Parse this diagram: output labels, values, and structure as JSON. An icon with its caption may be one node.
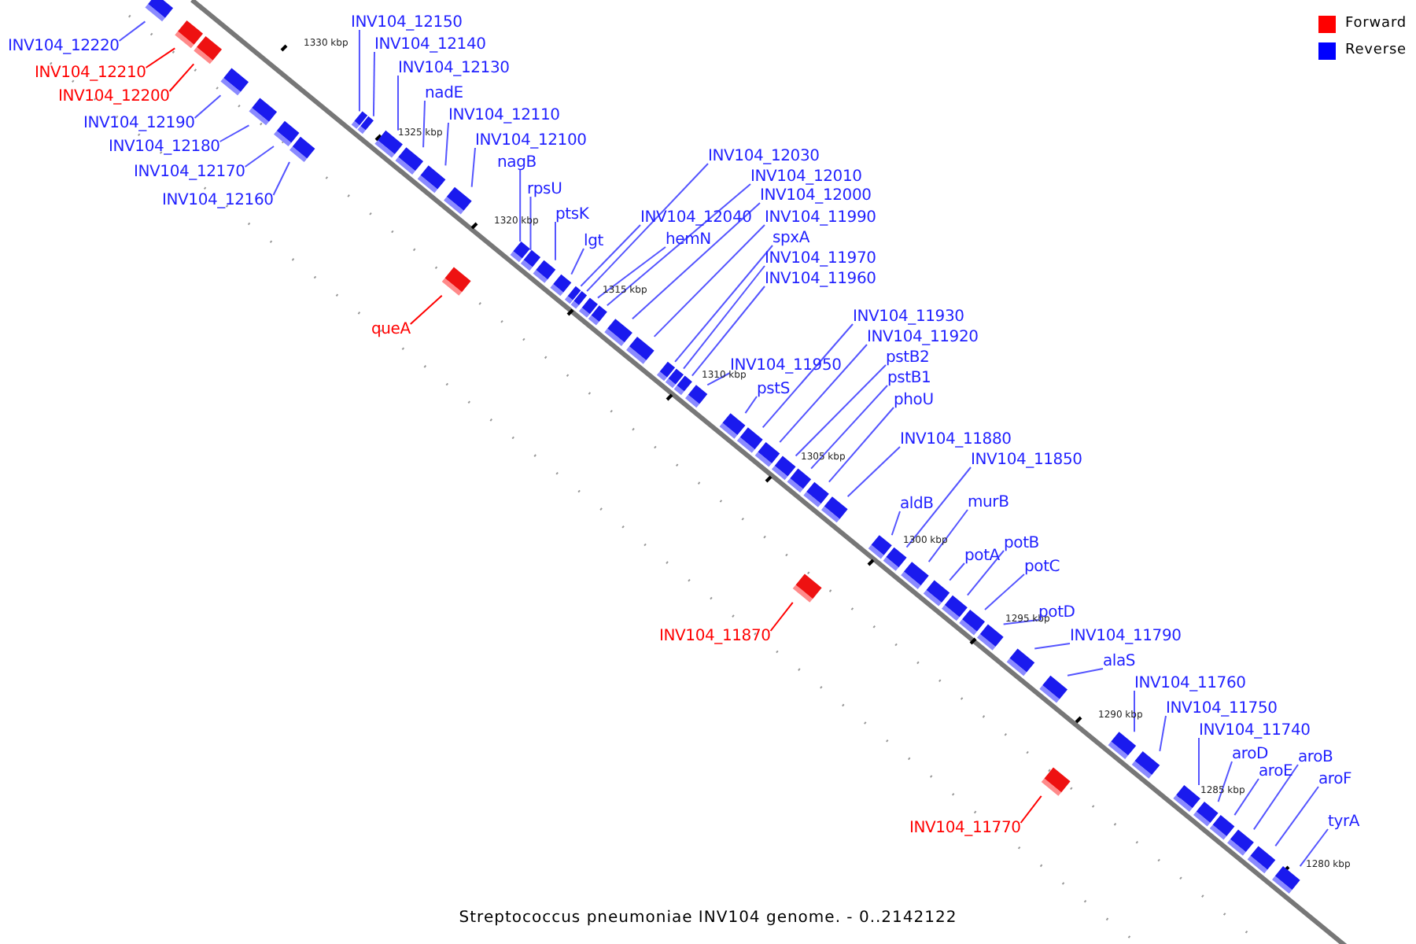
{
  "diagram": {
    "caption": "Streptococcus pneumoniae INV104 genome. - 0..2142122",
    "nodes": [
      {
        "text": [
          "INV104_12220"
        ]
      },
      {
        "text": [
          "INV104_12210"
        ]
      },
      {
        "text": [
          "INV104_12200"
        ]
      },
      {
        "text": [
          "INV104_12150"
        ]
      },
      {
        "text": [
          "INV104_12140"
        ]
      },
      {
        "text": [
          "INV104_12130"
        ]
      },
      {
        "text": [
          "nadE"
        ]
      },
      {
        "text": [
          "INV104_12190"
        ]
      },
      {
        "text": [
          "INV104_12110"
        ]
      },
      {
        "text": [
          "INV104_12180"
        ]
      },
      {
        "text": [
          "INV104_12100"
        ]
      },
      {
        "text": [
          "INV104_12030"
        ]
      },
      {
        "text": [
          "nagB"
        ]
      },
      {
        "text": [
          "INV104_12170"
        ]
      },
      {
        "text": [
          "INV104_12010"
        ]
      },
      {
        "text": [
          "rpsU"
        ]
      },
      {
        "text": [
          "INV104_12000"
        ]
      },
      {
        "text": [
          "INV104_12160"
        ]
      },
      {
        "text": [
          "ptsK"
        ]
      },
      {
        "text": [
          "INV104_12040"
        ]
      },
      {
        "text": [
          "INV104_11990"
        ]
      },
      {
        "text": [
          "hemN"
        ]
      },
      {
        "text": [
          "lgt"
        ]
      },
      {
        "text": [
          "spxA"
        ]
      },
      {
        "text": [
          "INV104_11970"
        ]
      },
      {
        "text": [
          "INV104_11960"
        ]
      },
      {
        "text": [
          "INV104_11930"
        ]
      },
      {
        "text": [
          "queA"
        ]
      },
      {
        "text": [
          "INV104_11920"
        ]
      },
      {
        "text": [
          "pstB2"
        ]
      },
      {
        "text": [
          "INV104_11950"
        ]
      },
      {
        "text": [
          "pstB1"
        ]
      },
      {
        "text": [
          "pstS"
        ]
      },
      {
        "text": [
          "phoU"
        ]
      },
      {
        "text": [
          "INV104_11880"
        ]
      },
      {
        "text": [
          "INV104_11850"
        ]
      },
      {
        "text": [
          "murB"
        ]
      },
      {
        "text": [
          "aldB"
        ]
      },
      {
        "text": [
          "potB"
        ]
      },
      {
        "text": [
          "potA"
        ]
      },
      {
        "text": [
          "potC"
        ]
      },
      {
        "text": [
          "potD"
        ]
      },
      {
        "text": [
          "INV104_11790"
        ]
      },
      {
        "text": [
          "INV104_11870"
        ]
      },
      {
        "text": [
          "alaS"
        ]
      },
      {
        "text": [
          "INV104_11760"
        ]
      },
      {
        "text": [
          "INV104_11750"
        ]
      },
      {
        "text": [
          "INV104_11740"
        ]
      },
      {
        "text": [
          "aroD"
        ]
      },
      {
        "text": [
          "aroB"
        ]
      },
      {
        "text": [
          "aroE"
        ]
      },
      {
        "text": [
          "aroF"
        ]
      },
      {
        "text": [
          "tyrA"
        ]
      },
      {
        "text": [
          "INV104_11770"
        ]
      },
      {
        "text": [],
        "shape": "box"
      },
      {
        "text": [],
        "shape": "box"
      },
      {
        "text": [],
        "shape": "box"
      },
      {
        "text": [],
        "shape": "box"
      },
      {
        "text": [],
        "shape": "box"
      },
      {
        "text": [],
        "shape": "box"
      },
      {
        "text": [],
        "shape": "box"
      },
      {
        "text": [],
        "shape": "box"
      },
      {
        "text": [],
        "shape": "box"
      },
      {
        "text": [],
        "shape": "box"
      },
      {
        "text": [],
        "shape": "box"
      },
      {
        "text": [],
        "shape": "box"
      },
      {
        "text": [],
        "shape": "box"
      },
      {
        "text": [],
        "shape": "box"
      },
      {
        "text": [],
        "shape": "box"
      },
      {
        "text": [],
        "shape": "box"
      },
      {
        "text": [],
        "shape": "box"
      },
      {
        "text": [],
        "shape": "box"
      },
      {
        "text": [],
        "shape": "box"
      },
      {
        "text": [],
        "shape": "box"
      },
      {
        "text": [],
        "shape": "box"
      },
      {
        "text": [],
        "shape": "box"
      },
      {
        "text": [],
        "shape": "box"
      },
      {
        "text": [],
        "shape": "box"
      },
      {
        "text": [],
        "shape": "box"
      },
      {
        "text": [],
        "shape": "box"
      },
      {
        "text": [],
        "shape": "box"
      },
      {
        "text": [],
        "shape": "box"
      },
      {
        "text": [],
        "shape": "box"
      },
      {
        "text": [],
        "shape": "box"
      },
      {
        "text": [],
        "shape": "box"
      },
      {
        "text": [],
        "shape": "box"
      },
      {
        "text": [],
        "shape": "box"
      },
      {
        "text": [],
        "shape": "box"
      },
      {
        "text": [],
        "shape": "box"
      },
      {
        "text": [],
        "shape": "box"
      },
      {
        "text": [],
        "shape": "box"
      },
      {
        "text": [],
        "shape": "box"
      },
      {
        "text": [],
        "shape": "box"
      },
      {
        "text": [],
        "shape": "box"
      },
      {
        "text": [],
        "shape": "box"
      },
      {
        "text": [],
        "shape": "box"
      },
      {
        "text": [],
        "shape": "box"
      },
      {
        "text": [],
        "shape": "box"
      },
      {
        "text": [],
        "shape": "box"
      },
      {
        "text": [],
        "shape": "box"
      },
      {
        "text": [],
        "shape": "box"
      },
      {
        "text": [],
        "shape": "box"
      },
      {
        "text": [],
        "shape": "box"
      },
      {
        "text": [],
        "shape": "box"
      },
      {
        "text": [],
        "shape": "box"
      },
      {
        "text": [],
        "shape": "box"
      },
      {
        "text": [],
        "shape": "box"
      },
      {
        "text": [],
        "shape": "box"
      }
    ],
    "edges": [
      {
        "from": 0,
        "to": 54,
        "arrow": "none"
      },
      {
        "from": 1,
        "to": 55,
        "arrow": "none",
        "color": "#ff0000"
      },
      {
        "from": 2,
        "to": 56,
        "arrow": "none",
        "color": "#ff0000"
      },
      {
        "from": 3,
        "to": 61,
        "arrow": "none"
      },
      {
        "from": 4,
        "to": 62,
        "arrow": "none"
      },
      {
        "from": 5,
        "to": 63,
        "arrow": "none"
      },
      {
        "from": 6,
        "to": 64,
        "arrow": "none"
      },
      {
        "from": 7,
        "to": 57,
        "arrow": "none"
      },
      {
        "from": 8,
        "to": 65,
        "arrow": "none"
      },
      {
        "from": 9,
        "to": 58,
        "arrow": "none"
      },
      {
        "from": 10,
        "to": 67,
        "arrow": "none"
      },
      {
        "from": 11,
        "to": 73,
        "arrow": "none"
      },
      {
        "from": 12,
        "to": 68,
        "arrow": "none"
      },
      {
        "from": 13,
        "to": 59,
        "arrow": "none"
      },
      {
        "from": 14,
        "to": 75,
        "arrow": "none"
      },
      {
        "from": 15,
        "to": 69,
        "arrow": "none"
      },
      {
        "from": 16,
        "to": 76,
        "arrow": "none"
      },
      {
        "from": 17,
        "to": 60,
        "arrow": "none"
      },
      {
        "from": 18,
        "to": 70,
        "arrow": "none"
      },
      {
        "from": 19,
        "to": 72,
        "arrow": "none"
      },
      {
        "from": 20,
        "to": 77,
        "arrow": "none"
      },
      {
        "from": 21,
        "to": 74,
        "arrow": "none"
      },
      {
        "from": 22,
        "to": 71,
        "arrow": "none"
      },
      {
        "from": 23,
        "to": 78,
        "arrow": "none"
      },
      {
        "from": 24,
        "to": 79,
        "arrow": "none"
      },
      {
        "from": 25,
        "to": 80,
        "arrow": "none"
      },
      {
        "from": 26,
        "to": 83,
        "arrow": "none"
      },
      {
        "from": 27,
        "to": 66,
        "arrow": "none",
        "color": "#ff0000"
      },
      {
        "from": 28,
        "to": 84,
        "arrow": "none"
      },
      {
        "from": 29,
        "to": 85,
        "arrow": "none"
      },
      {
        "from": 30,
        "to": 81,
        "arrow": "none"
      },
      {
        "from": 31,
        "to": 86,
        "arrow": "none"
      },
      {
        "from": 32,
        "to": 82,
        "arrow": "none"
      },
      {
        "from": 33,
        "to": 88,
        "arrow": "none"
      },
      {
        "from": 34,
        "to": 89,
        "arrow": "none"
      },
      {
        "from": 35,
        "to": 91,
        "arrow": "none"
      },
      {
        "from": 36,
        "to": 92,
        "arrow": "none"
      },
      {
        "from": 37,
        "to": 90,
        "arrow": "none"
      },
      {
        "from": 38,
        "to": 94,
        "arrow": "none"
      },
      {
        "from": 39,
        "to": 93,
        "arrow": "none"
      },
      {
        "from": 40,
        "to": 95,
        "arrow": "none"
      },
      {
        "from": 41,
        "to": 96,
        "arrow": "none"
      },
      {
        "from": 42,
        "to": 97,
        "arrow": "none"
      },
      {
        "from": 43,
        "to": 87,
        "arrow": "none",
        "color": "#ff0000"
      },
      {
        "from": 44,
        "to": 99,
        "arrow": "none"
      },
      {
        "from": 45,
        "to": 100,
        "arrow": "none"
      },
      {
        "from": 46,
        "to": 101,
        "arrow": "none"
      },
      {
        "from": 47,
        "to": 102,
        "arrow": "none"
      },
      {
        "from": 48,
        "to": 103,
        "arrow": "none"
      },
      {
        "from": 49,
        "to": 105,
        "arrow": "none"
      },
      {
        "from": 50,
        "to": 104,
        "arrow": "none"
      },
      {
        "from": 51,
        "to": 106,
        "arrow": "none"
      },
      {
        "from": 52,
        "to": 107,
        "arrow": "none"
      },
      {
        "from": 53,
        "to": 98,
        "arrow": "none",
        "color": "#ff0000"
      }
    ],
    "labels": [
      "1330 kbp",
      "1325 kbp",
      "1320 kbp",
      "1315 kbp",
      "1310 kbp",
      "1305 kbp",
      "1300 kbp",
      "1295 kbp",
      "1290 kbp",
      "1285 kbp",
      "1280 kbp"
    ],
    "legend": [
      {
        "text": "Forward",
        "color": "#ff0000"
      },
      {
        "text": "Reverse",
        "color": "#0000ff"
      }
    ]
  }
}
